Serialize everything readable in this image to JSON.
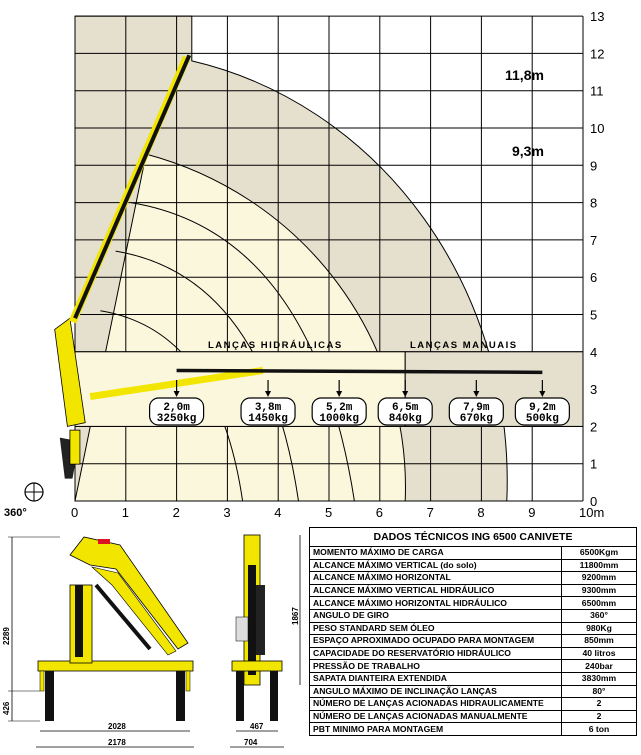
{
  "chart_data": {
    "type": "load-chart",
    "y_ticks": [
      "0",
      "1",
      "2",
      "3",
      "4",
      "5",
      "6",
      "7",
      "8",
      "9",
      "10",
      "11",
      "12",
      "13"
    ],
    "x_ticks": [
      "0",
      "1",
      "2",
      "3",
      "4",
      "5",
      "6",
      "7",
      "8",
      "9",
      "10m"
    ],
    "rotation_label": "360°",
    "reach_labels": {
      "high": "11,8m",
      "mid": "9,3m"
    },
    "section_labels": {
      "hydraulic": "LANÇAS HIDRÁULICAS",
      "manual": "LANÇAS MANUAIS"
    },
    "loads": [
      {
        "reach": "2,0m",
        "load": "3250kg",
        "x": 2.0
      },
      {
        "reach": "3,8m",
        "load": "1450kg",
        "x": 3.8
      },
      {
        "reach": "5,2m",
        "load": "1000kg",
        "x": 5.2
      },
      {
        "reach": "6,5m",
        "load": "840kg",
        "x": 6.5
      },
      {
        "reach": "7,9m",
        "load": "670kg",
        "x": 7.9
      },
      {
        "reach": "9,2m",
        "load": "500kg",
        "x": 9.2
      }
    ],
    "colors": {
      "light": "#fbf7dc",
      "dark": "#e4e0cd",
      "crane": "#f2e600",
      "boom": "#111111"
    }
  },
  "dimensions": {
    "side": {
      "height": "2289",
      "base_height": "426",
      "inner_width": "2028",
      "total_width": "2178"
    },
    "front": {
      "height": "1867",
      "inner_width": "467",
      "total_width": "704"
    }
  },
  "table": {
    "title": "DADOS TÉCNICOS ING 6500 CANIVETE",
    "rows": [
      {
        "label": "MOMENTO MÁXIMO DE CARGA",
        "value": "6500Kgm"
      },
      {
        "label": "ALCANCE MÁXIMO VERTICAL (do solo)",
        "value": "11800mm"
      },
      {
        "label": "ALCANCE MÁXIMO HORIZONTAL",
        "value": "9200mm"
      },
      {
        "label": "ALCANCE MÁXIMO VERTICAL HIDRÁULICO",
        "value": "9300mm"
      },
      {
        "label": "ALCANCE MÁXIMO HORIZONTAL HIDRÁULICO",
        "value": "6500mm"
      },
      {
        "label": "ANGULO DE GIRO",
        "value": "360°"
      },
      {
        "label": "PESO STANDARD SEM ÓLEO",
        "value": "980Kg"
      },
      {
        "label": "ESPAÇO APROXIMADO OCUPADO PARA MONTAGEM",
        "value": "850mm"
      },
      {
        "label": "CAPACIDADE DO RESERVATÓRIO HIDRÁULICO",
        "value": "40 litros"
      },
      {
        "label": "PRESSÃO DE TRABALHO",
        "value": "240bar"
      },
      {
        "label": "SAPATA DIANTEIRA EXTENDIDA",
        "value": "3830mm"
      },
      {
        "label": "ANGULO MÁXIMO DE INCLINAÇÃO LANÇAS",
        "value": "80°"
      },
      {
        "label": "NÚMERO DE LANÇAS ACIONADAS HIDRAULICAMENTE",
        "value": "2"
      },
      {
        "label": "NÚMERO DE LANÇAS ACIONADAS MANUALMENTE",
        "value": "2"
      },
      {
        "label": "PBT MINIMO PARA MONTAGEM",
        "value": "6 ton"
      }
    ]
  }
}
